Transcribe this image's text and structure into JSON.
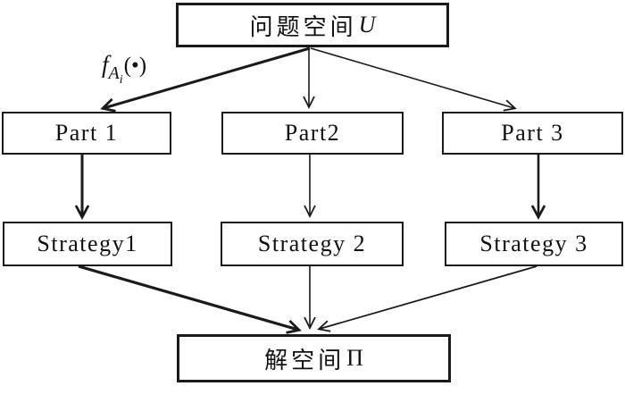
{
  "figure": {
    "title_box": {
      "cn": "问题空间",
      "var": "U"
    },
    "mapping_label": {
      "f": "f",
      "sub": "A",
      "subsub": "i",
      "args": "(•)"
    },
    "parts": [
      {
        "label": "Part 1"
      },
      {
        "label": "Part2"
      },
      {
        "label": "Part 3"
      }
    ],
    "strategies": [
      {
        "label": "Strategy1"
      },
      {
        "label": "Strategy 2"
      },
      {
        "label": "Strategy 3"
      }
    ],
    "solution_box": {
      "cn": "解空间",
      "var": "Π"
    },
    "edges": [
      {
        "from": "problem-space",
        "to": "part1",
        "label": "f_Ai(•)",
        "style": "bold"
      },
      {
        "from": "problem-space",
        "to": "part2",
        "label": "",
        "style": "thin"
      },
      {
        "from": "problem-space",
        "to": "part3",
        "label": "",
        "style": "thin"
      },
      {
        "from": "part1",
        "to": "strategy1",
        "label": "",
        "style": "bold"
      },
      {
        "from": "part2",
        "to": "strategy2",
        "label": "",
        "style": "thin"
      },
      {
        "from": "part3",
        "to": "strategy3",
        "label": "",
        "style": "bold"
      },
      {
        "from": "strategy1",
        "to": "solution-space",
        "label": "",
        "style": "bold"
      },
      {
        "from": "strategy2",
        "to": "solution-space",
        "label": "",
        "style": "thin"
      },
      {
        "from": "strategy3",
        "to": "solution-space",
        "label": "",
        "style": "thin"
      }
    ],
    "colors": {
      "line": "#1a1a1a",
      "background": "#ffffff",
      "text": "#111111"
    }
  }
}
